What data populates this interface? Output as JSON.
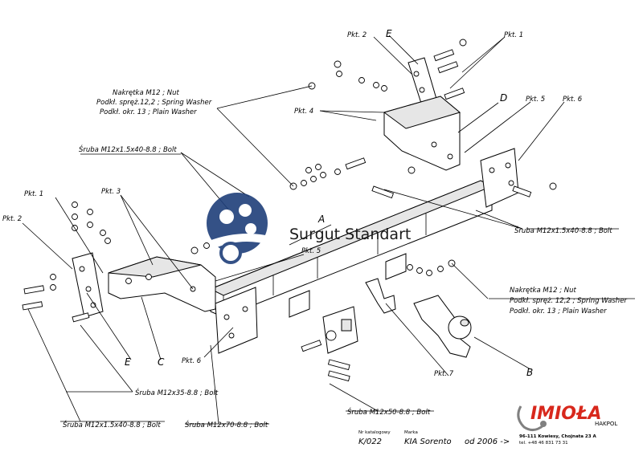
{
  "labels": {
    "pkt1_top": "Pkt. 1",
    "pkt2_top": "Pkt. 2",
    "e_top": "E",
    "d": "D",
    "pkt5_top": "Pkt. 5",
    "pkt6_top": "Pkt. 6",
    "pkt4": "Pkt. 4",
    "nut_top_1": "Nakrętka M12 ; Nut",
    "nut_top_2": "Podkł. spręż.12,2 ; Spring Washer",
    "nut_top_3": "Podkł. okr. 13 ; Plain Washer",
    "bolt_top_left": "Śruba M12x1.5x40-8.8 ; Bolt",
    "pkt1_left": "Pkt. 1",
    "pkt3": "Pkt. 3",
    "pkt2_left": "Pkt. 2",
    "a": "A",
    "bolt_right": "Śruba M12x1.5x40-8.8 ; Bolt",
    "pkt5_mid": "Pkt. 5",
    "nut_right_1": "Nakrętka M12 ; Nut",
    "nut_right_2": "Podkł. spręż. 12,2 ; Spring Washer",
    "nut_right_3": "Podkł. okr. 13 ; Plain Washer",
    "e_bottom": "E",
    "c": "C",
    "pkt6_bottom": "Pkt. 6",
    "pkt7": "Pkt. 7",
    "b": "B",
    "bolt_m12x35": "Śruba M12x35-8.8 ; Bolt",
    "bolt_m12x50": "Śruba M12x50-8.8 ; Bolt",
    "bolt_m12x15x40_bottom": "Śruba M12x1.5x40-8.8 ; Bolt",
    "bolt_m12x70": "Śruba M12x70-8.8 ; Bolt"
  },
  "footer": {
    "catalog_label": "Nr katalogowy",
    "catalog_value": "K/022",
    "brand_label": "Marka",
    "brand_value": "KIA Sorento",
    "year_value": "od 2006 ->"
  },
  "logo": {
    "name": "IMIOŁA",
    "sub": "HAKPOL",
    "address": "96-111 Kowiesy, Chojnata 23 A",
    "phone": "tel. +48 46 831 73 31"
  },
  "watermark": {
    "text": "Surgut Standart",
    "color": "#1f3f7a"
  },
  "colors": {
    "logo_red": "#d8281c",
    "line": "#000000"
  }
}
